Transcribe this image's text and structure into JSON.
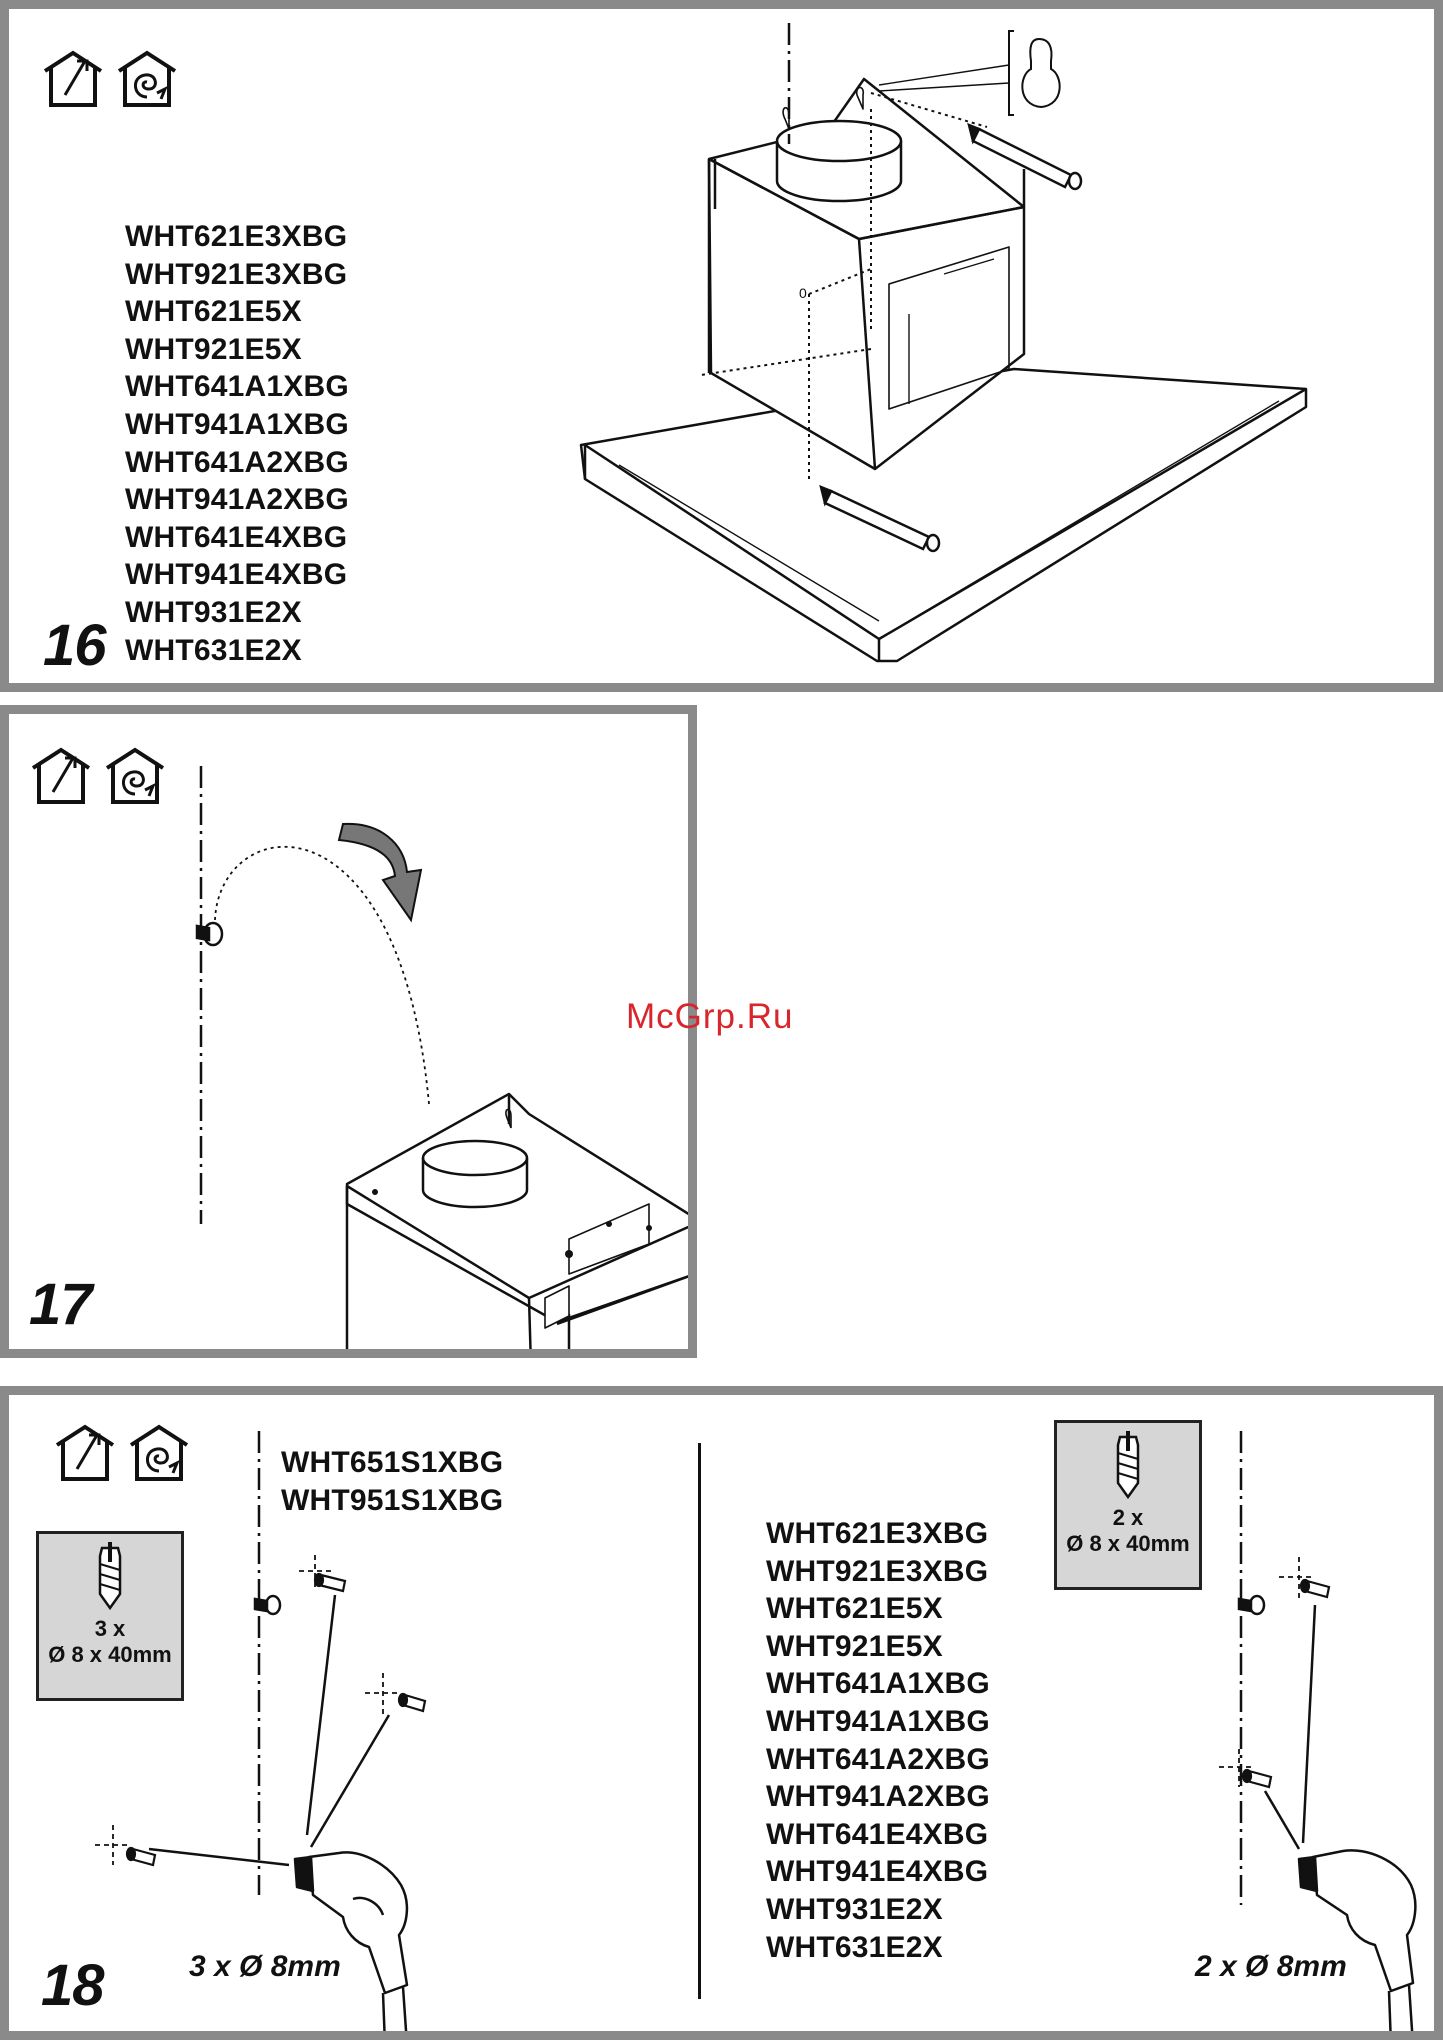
{
  "watermark": "McGrp.Ru",
  "icons": {
    "extraction": "house-outlet-arrow-icon",
    "recirculation": "house-recirculation-swirl-icon"
  },
  "step16": {
    "number": "16",
    "models": [
      "WHT621E3XBG",
      "WHT921E3XBG",
      "WHT621E5X",
      "WHT921E5X",
      "WHT641A1XBG",
      "WHT941A1XBG",
      "WHT641A2XBG",
      "WHT941A2XBG",
      "WHT641E4XBG",
      "WHT941E4XBG",
      "WHT931E2X",
      "WHT631E2X"
    ]
  },
  "step17": {
    "number": "17"
  },
  "step18": {
    "number": "18",
    "left": {
      "models": [
        "WHT651S1XBG",
        "WHT951S1XBG"
      ],
      "plug_qty": "3 x",
      "plug_size": "Ø 8 x 40mm",
      "drill_caption": "3 x Ø 8mm"
    },
    "right": {
      "models": [
        "WHT621E3XBG",
        "WHT921E3XBG",
        "WHT621E5X",
        "WHT921E5X",
        "WHT641A1XBG",
        "WHT941A1XBG",
        "WHT641A2XBG",
        "WHT941A2XBG",
        "WHT641E4XBG",
        "WHT941E4XBG",
        "WHT931E2X",
        "WHT631E2X"
      ],
      "plug_qty": "2 x",
      "plug_size": "Ø 8 x 40mm",
      "drill_caption": "2 x Ø 8mm"
    }
  },
  "colors": {
    "frame": "#8a8a8a",
    "plug_box": "#d6d6d6",
    "watermark": "#d8262c"
  }
}
